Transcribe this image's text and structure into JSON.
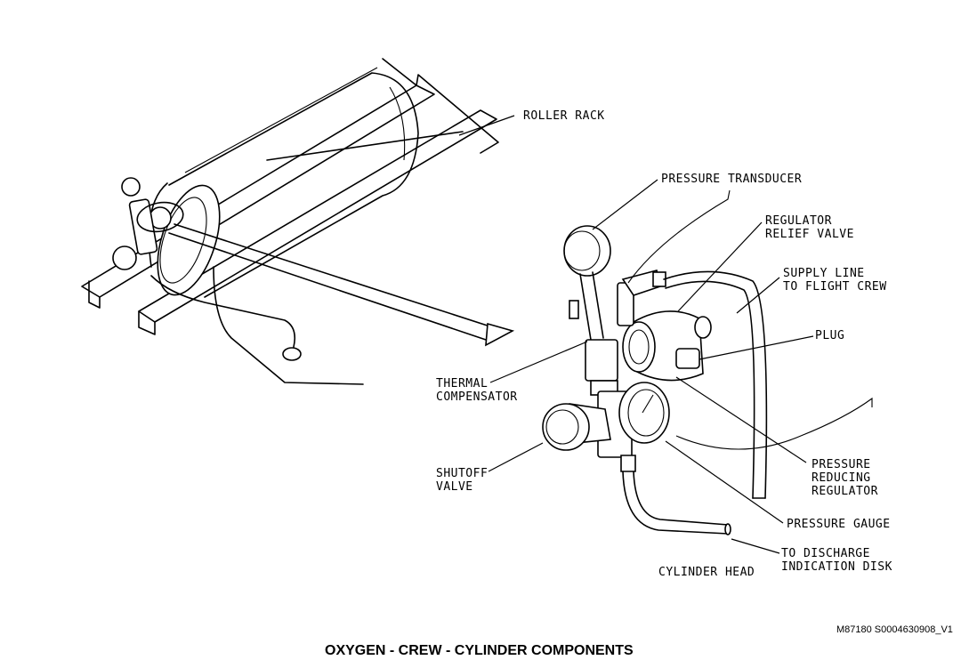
{
  "caption": "OXYGEN - CREW - CYLINDER COMPONENTS",
  "reference": "M87180 S0004630908_V1",
  "labels": {
    "roller_rack": "ROLLER RACK",
    "pressure_transducer": "PRESSURE TRANSDUCER",
    "regulator_relief_valve_1": "REGULATOR",
    "regulator_relief_valve_2": "RELIEF VALVE",
    "supply_line_1": "SUPPLY LINE",
    "supply_line_2": "TO FLIGHT CREW",
    "plug": "PLUG",
    "thermal_compensator_1": "THERMAL",
    "thermal_compensator_2": "COMPENSATOR",
    "shutoff_valve_1": "SHUTOFF",
    "shutoff_valve_2": "VALVE",
    "pressure_reducing_regulator_1": "PRESSURE",
    "pressure_reducing_regulator_2": "REDUCING",
    "pressure_reducing_regulator_3": "REGULATOR",
    "pressure_gauge": "PRESSURE GAUGE",
    "discharge_disk_1": "TO DISCHARGE",
    "discharge_disk_2": "INDICATION DISK",
    "cylinder_head": "CYLINDER HEAD"
  }
}
